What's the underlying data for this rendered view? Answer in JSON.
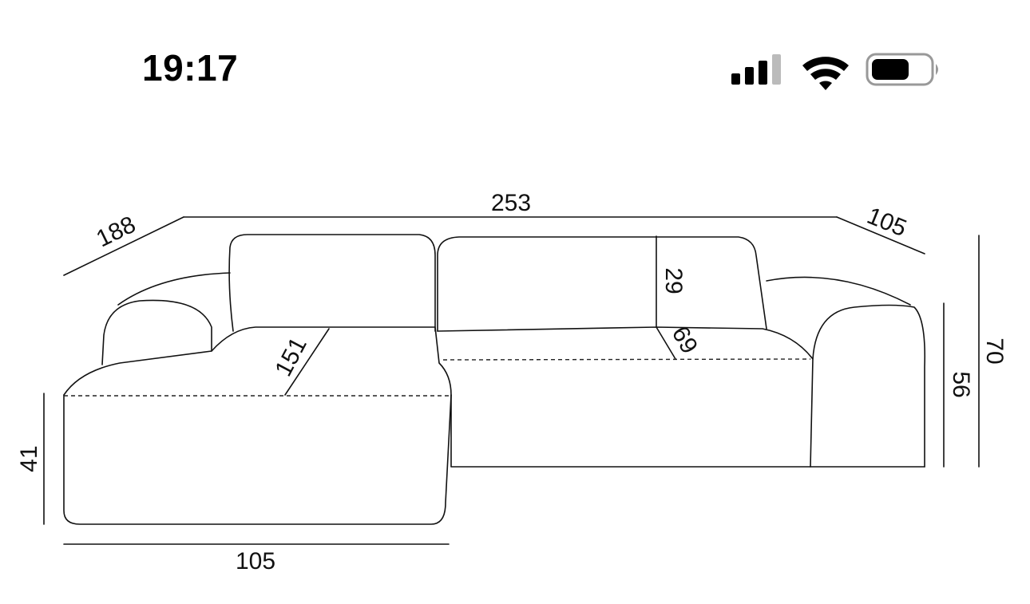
{
  "status_bar": {
    "time": "19:17",
    "icons": [
      "cellular-signal-icon",
      "wifi-icon",
      "battery-icon"
    ]
  },
  "diagram": {
    "dimensions": {
      "chaise_depth": "188",
      "total_width": "253",
      "right_depth": "105",
      "total_height": "70",
      "arm_height": "56",
      "seat_height": "41",
      "chaise_width": "105",
      "back_cushion_height": "29",
      "seat_depth": "69",
      "chaise_seat_length": "151"
    }
  }
}
